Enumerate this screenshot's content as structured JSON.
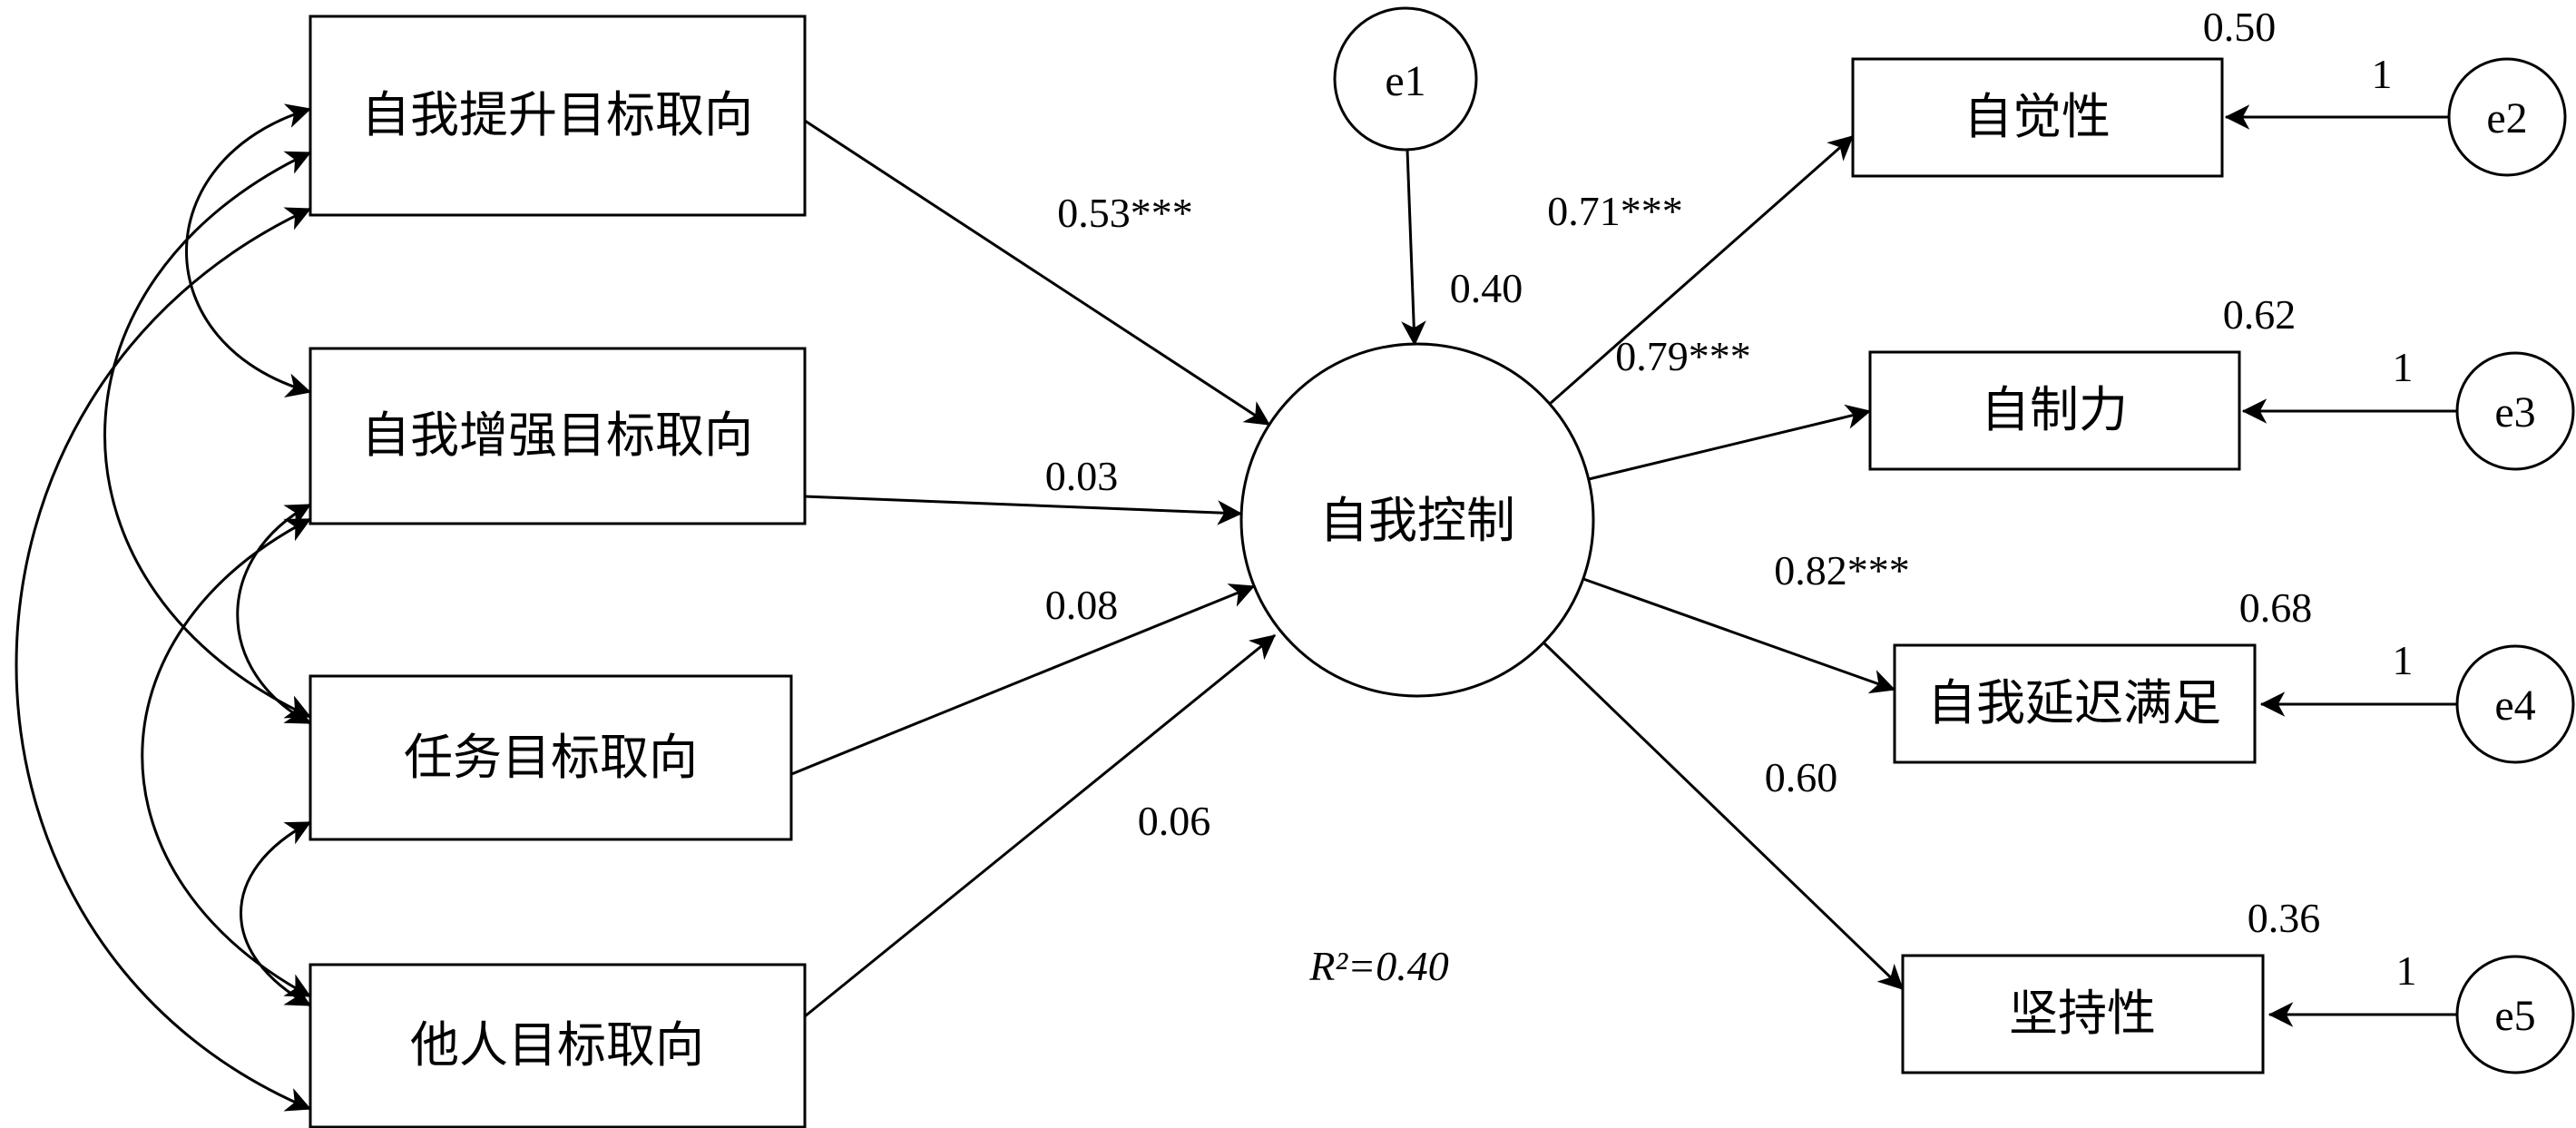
{
  "colors": {
    "line": "#000000",
    "background": "#ffffff"
  },
  "diagram": {
    "predictors": [
      {
        "label": "自我提升目标取向",
        "coef": "0.53***"
      },
      {
        "label": "自我增强目标取向",
        "coef": "0.03"
      },
      {
        "label": "任务目标取向",
        "coef": "0.08"
      },
      {
        "label": "他人目标取向",
        "coef": "0.06"
      }
    ],
    "latent": {
      "label": "自我控制",
      "smc": "0.40",
      "r_squared": "R²=0.40",
      "error": {
        "label": "e1"
      }
    },
    "indicators": [
      {
        "label": "自觉性",
        "loading": "0.71***",
        "smc": "0.50",
        "error": "e2",
        "error_weight": "1"
      },
      {
        "label": "自制力",
        "loading": "0.79***",
        "smc": "0.62",
        "error": "e3",
        "error_weight": "1"
      },
      {
        "label": "自我延迟满足",
        "loading": "0.82***",
        "smc": "0.68",
        "error": "e4",
        "error_weight": "1"
      },
      {
        "label": "坚持性",
        "loading": "0.60",
        "smc": "0.36",
        "error": "e5",
        "error_weight": "1"
      }
    ]
  }
}
